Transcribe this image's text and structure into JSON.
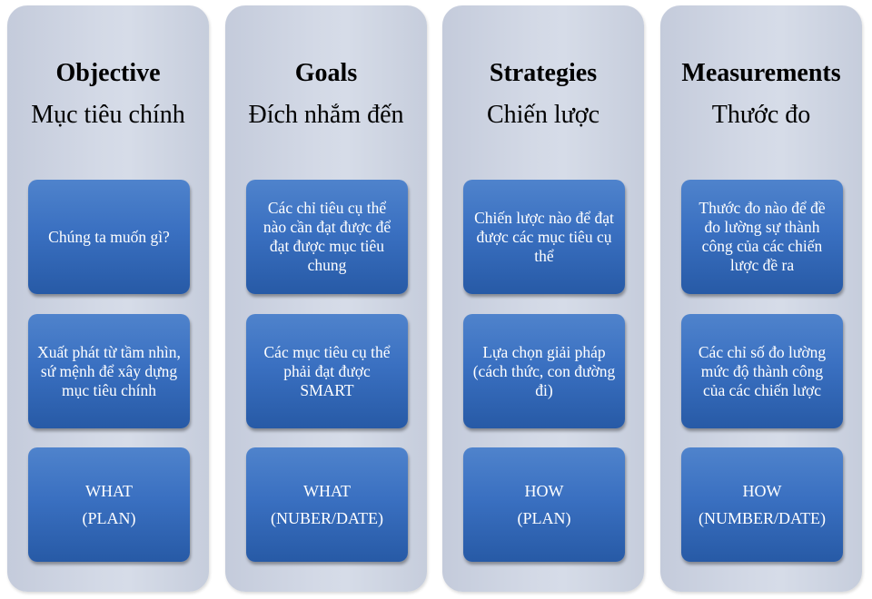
{
  "columns": [
    {
      "title": "Objective",
      "subtitle": "Mục tiêu chính",
      "box1": "Chúng ta muốn gì?",
      "box2": "Xuất phát từ tầm nhìn, sứ mệnh để xây dựng mục tiêu chính",
      "box3_line1": "WHAT",
      "box3_line2": "(PLAN)"
    },
    {
      "title": "Goals",
      "subtitle": "Đích nhắm đến",
      "box1": "Các chỉ tiêu cụ thể nào cần đạt được để đạt được mục tiêu chung",
      "box2": "Các mục tiêu cụ thể phải đạt được SMART",
      "box3_line1": "WHAT",
      "box3_line2": "(NUBER/DATE)"
    },
    {
      "title": "Strategies",
      "subtitle": "Chiến lược",
      "box1": "Chiến lược nào để đạt được các mục tiêu cụ thể",
      "box2": "Lựa chọn giải pháp (cách thức, con đường đi)",
      "box3_line1": "HOW",
      "box3_line2": "(PLAN)"
    },
    {
      "title": "Measurements",
      "subtitle": "Thước đo",
      "box1": "Thước đo nào để đề đo lường sự thành công của các chiến lược đề ra",
      "box2": "Các chỉ số đo lường mức độ thành công của các chiến lược",
      "box3_line1": "HOW",
      "box3_line2": "(NUMBER/DATE)"
    }
  ]
}
